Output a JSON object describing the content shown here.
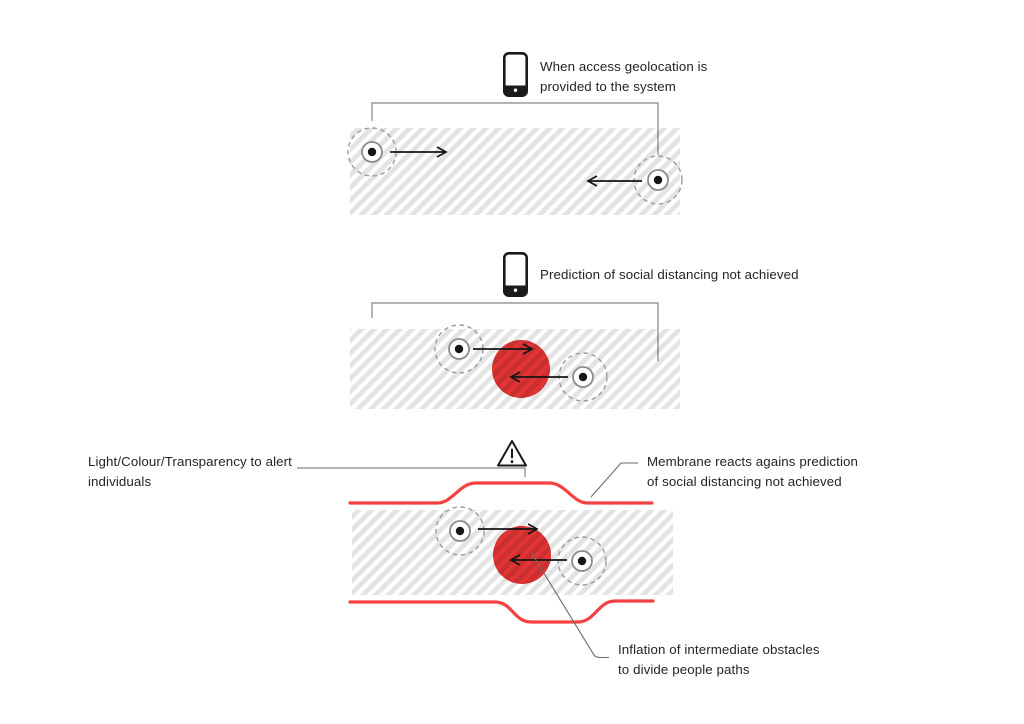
{
  "palette": {
    "red_circle": "#e23434",
    "red_membrane": "#f54141",
    "hatch_stripe": "#e3e3e3",
    "bracket_gray": "#9c9c9c",
    "arrow_black": "#141414",
    "leader_gray": "#6a6a6a",
    "text_color": "#242424"
  },
  "icons": {
    "smartphone": "smartphone-icon",
    "warning": "warning-triangle-icon",
    "person_marker": "person-location-marker",
    "proximity_alert": "proximity-alert-circle"
  },
  "sections": {
    "geolocation": {
      "caption_line1": "When access geolocation is",
      "caption_line2": "provided to the system"
    },
    "prediction": {
      "caption": "Prediction of social distancing not achieved"
    },
    "reaction": {
      "alert_line1": "Light/Colour/Transparency to alert",
      "alert_line2": "individuals",
      "membrane_line1": "Membrane reacts agains prediction",
      "membrane_line2": "of social distancing not achieved",
      "inflation_line1": "Inflation of intermediate obstacles",
      "inflation_line2": "to divide people paths"
    }
  }
}
